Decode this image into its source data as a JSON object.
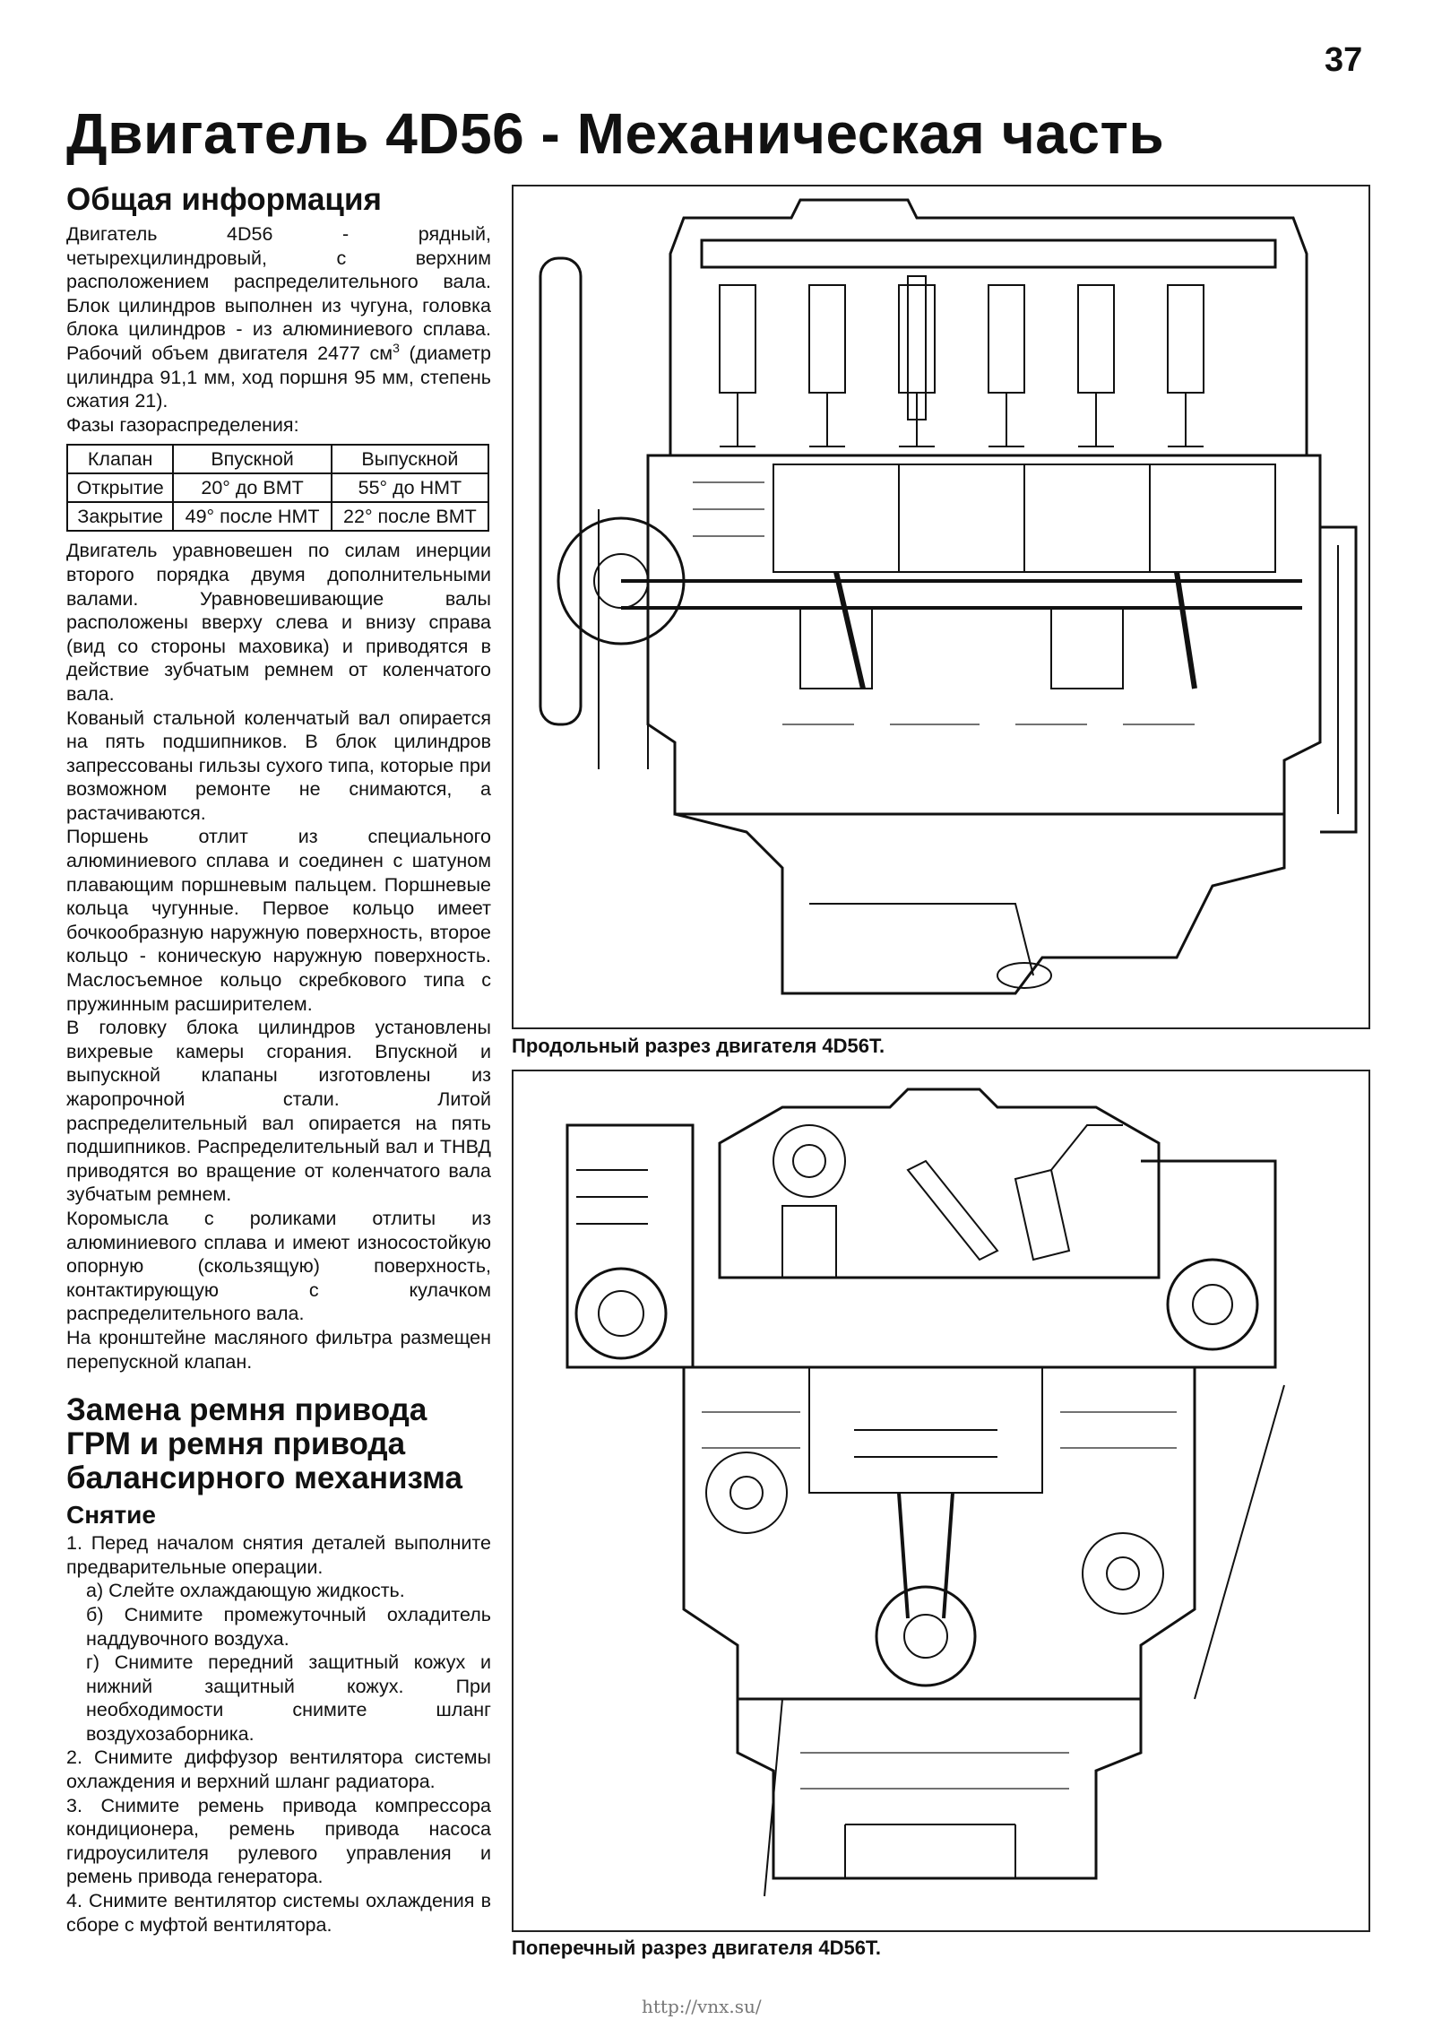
{
  "page_number": "37",
  "title": "Двигатель 4D56 - Механическая часть",
  "general": {
    "heading": "Общая информация",
    "p1": "Двигатель 4D56 - рядный, четырехцилиндровый, с верхним расположением распределительного вала. Блок цилиндров выполнен из чугуна, головка блока цилиндров - из алюминиевого сплава. Рабочий объем двигателя 2477 см",
    "p1_sup": "3",
    "p1_end": " (диаметр цилиндра 91,1 мм, ход поршня 95 мм, степень сжатия 21).",
    "phases_label": "Фазы газораспределения:",
    "table": {
      "headers": [
        "Клапан",
        "Впускной",
        "Выпускной"
      ],
      "rows": [
        [
          "Открытие",
          "20° до ВМТ",
          "55° до НМТ"
        ],
        [
          "Закрытие",
          "49° после НМТ",
          "22° после ВМТ"
        ]
      ]
    },
    "p2": "Двигатель уравновешен по силам инерции второго порядка двумя дополнительными валами. Уравновешивающие валы расположены вверху слева и внизу справа (вид со стороны маховика) и приводятся в действие зубчатым ремнем от коленчатого вала.",
    "p3": "Кованый стальной коленчатый вал опирается на пять подшипников. В блок цилиндров запрессованы гильзы сухого типа, которые при возможном ремонте не снимаются, а растачиваются.",
    "p4": "Поршень отлит из специального алюминиевого сплава и соединен с шатуном плавающим поршневым пальцем. Поршневые кольца чугунные. Первое кольцо имеет бочкообразную наружную поверхность, второе кольцо - коническую наружную поверхность. Маслосъемное кольцо скребкового типа с пружинным расширителем.",
    "p5": "В головку блока цилиндров установлены вихревые камеры сгорания. Впускной и выпускной клапаны изготовлены из жаропрочной стали. Литой распределительный вал опирается на пять подшипников. Распределительный вал и ТНВД приводятся во вращение от коленчатого вала зубчатым ремнем.",
    "p6": "Коромысла с роликами отлиты из алюминиевого сплава и имеют износостойкую опорную (скользящую) поверхность, контактирующую с кулачком распределительного вала.",
    "p7": "На кронштейне масляного фильтра размещен перепускной клапан."
  },
  "replacement": {
    "heading": "Замена ремня привода ГРМ и ремня привода балансирного механизма",
    "subheading": "Снятие",
    "s1": "1. Перед началом снятия деталей выполните предварительные операции.",
    "s1a": "а) Слейте охлаждающую жидкость.",
    "s1b": "б) Снимите промежуточный охладитель наддувочного воздуха.",
    "s1g": "г) Снимите передний защитный кожух и нижний защитный кожух. При необходимости снимите шланг воздухозаборника.",
    "s2": "2. Снимите диффузор вентилятора системы охлаждения и верхний шланг радиатора.",
    "s3": "3. Снимите ремень привода компрессора кондиционера, ремень привода насоса гидроусилителя рулевого управления и ремень привода генератора.",
    "s4": "4. Снимите вентилятор системы охлаждения в сборе с муфтой вентилятора."
  },
  "figures": {
    "caption1": "Продольный разрез двигателя 4D56T.",
    "caption2": "Поперечный разрез двигателя 4D56T."
  },
  "footer_url": "http://vnx.su/"
}
